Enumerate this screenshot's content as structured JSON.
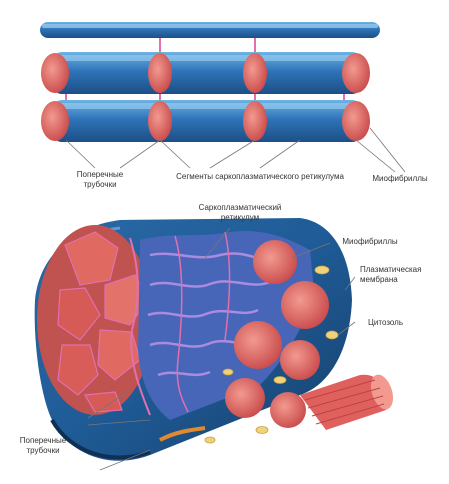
{
  "labels": {
    "top_transverse_tubules": "Поперечные трубочки",
    "top_sr_segments": "Сегменты саркоплазматического ретикулума",
    "top_myofibrils": "Миофибриллы",
    "bottom_sr": "Саркоплазматический ретикулум",
    "bottom_myofibrils": "Миофибриллы",
    "bottom_plasma_membrane": "Плазматическая мембрана",
    "bottom_cytosol": "Цитозоль",
    "bottom_transverse_tubules": "Поперечные трубочки"
  },
  "colors": {
    "fiber_blue": "#2f74b8",
    "fiber_dark": "#1d4f86",
    "fiber_light": "#6fb3e3",
    "myofibril_red": "#e0605e",
    "myofibril_light": "#f29a90",
    "reticulum_violet": "#8a6fc8",
    "tubule_pink": "#e26fae",
    "mitochondria_yellow": "#f0d27a",
    "label_text": "#333333",
    "leader_line": "#777777"
  }
}
